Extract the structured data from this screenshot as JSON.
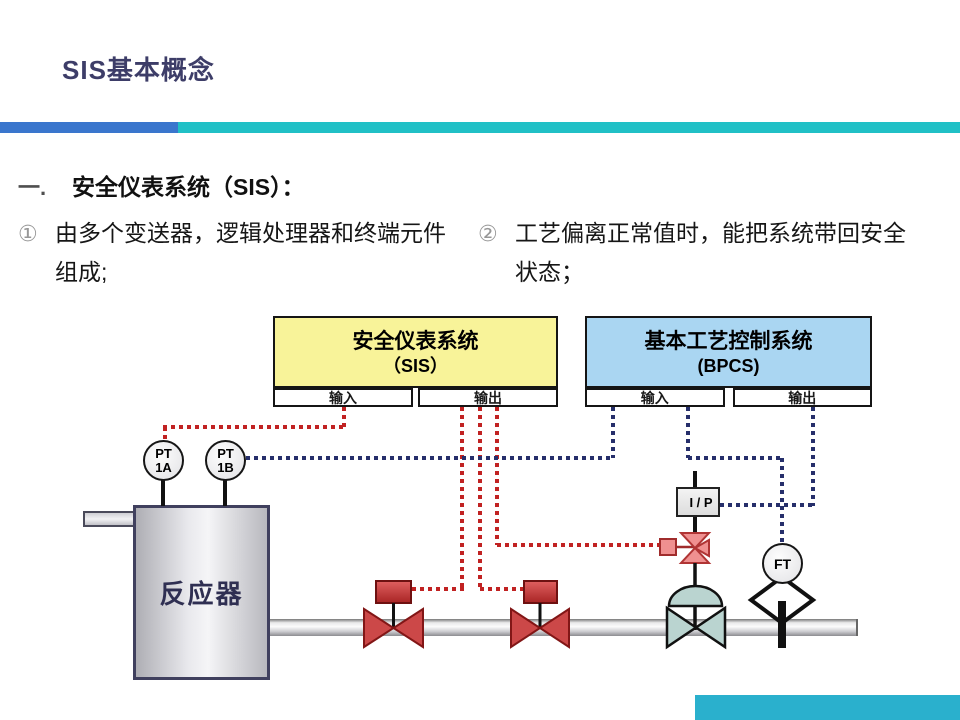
{
  "slide": {
    "title": "SIS基本概念"
  },
  "heading": {
    "prefix": "一.",
    "text": "安全仪表系统（SIS）："
  },
  "bullets": [
    {
      "num": "①",
      "text": "由多个变送器，逻辑处理器和终端元件组成;"
    },
    {
      "num": "②",
      "text": "工艺偏离正常值时，能把系统带回安全状态；"
    }
  ],
  "diagram": {
    "sis": {
      "title": "安全仪表系统",
      "subtitle": "（SIS）",
      "input": "输入",
      "output": "输出"
    },
    "bpcs": {
      "title": "基本工艺控制系统",
      "subtitle": "(BPCS)",
      "input": "输入",
      "output": "输出"
    },
    "reactor": {
      "label": "反应器"
    },
    "pt1a": {
      "line1": "PT",
      "line2": "1A"
    },
    "pt1b": {
      "line1": "PT",
      "line2": "1B"
    },
    "ip": {
      "label": "I / P"
    },
    "ft": {
      "label": "FT"
    }
  },
  "colors": {
    "title_navy": "#3d3d68",
    "accent_blue": "#3a76cd",
    "accent_teal": "#20c0c6",
    "bottom_teal": "#2ab0cd",
    "sis_yellow": "#f8f399",
    "bpcs_blue": "#aad6f2",
    "valve_red": "#cc4848",
    "solenoid_salmon": "#ef9090",
    "control_valve_teal": "#bad4d0",
    "signal_red": "#c12222",
    "signal_blue": "#262f6b"
  }
}
